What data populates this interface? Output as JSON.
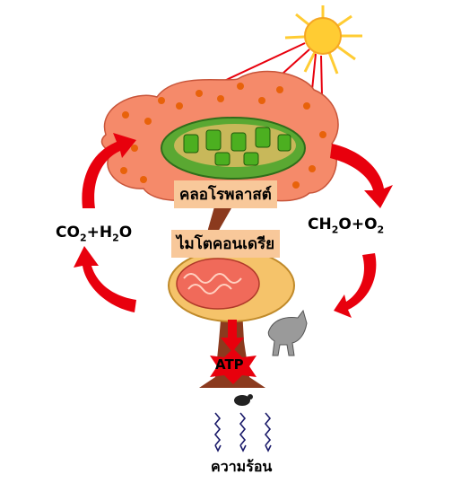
{
  "labels": {
    "chloroplast": "คลอโรพลาสต์",
    "mitochondria": "ไมโตคอนเดรีย",
    "atp": "ATP",
    "heat": "ความร้อน"
  },
  "formula_left": {
    "co": "CO",
    "co_sub": "2",
    "h": "+H",
    "h_sub": "2",
    "o": "O"
  },
  "formula_right": {
    "ch": "CH",
    "ch_sub": "2",
    "o": "O+O",
    "o_sub": "2"
  },
  "colors": {
    "cycle_arrow": "#e8000d",
    "sun": "#ffcc33",
    "canopy": "#f58a6a",
    "trunk": "#8b3a1e",
    "label_box": "#f8c89a",
    "mito_outer": "#f5c36a"
  }
}
